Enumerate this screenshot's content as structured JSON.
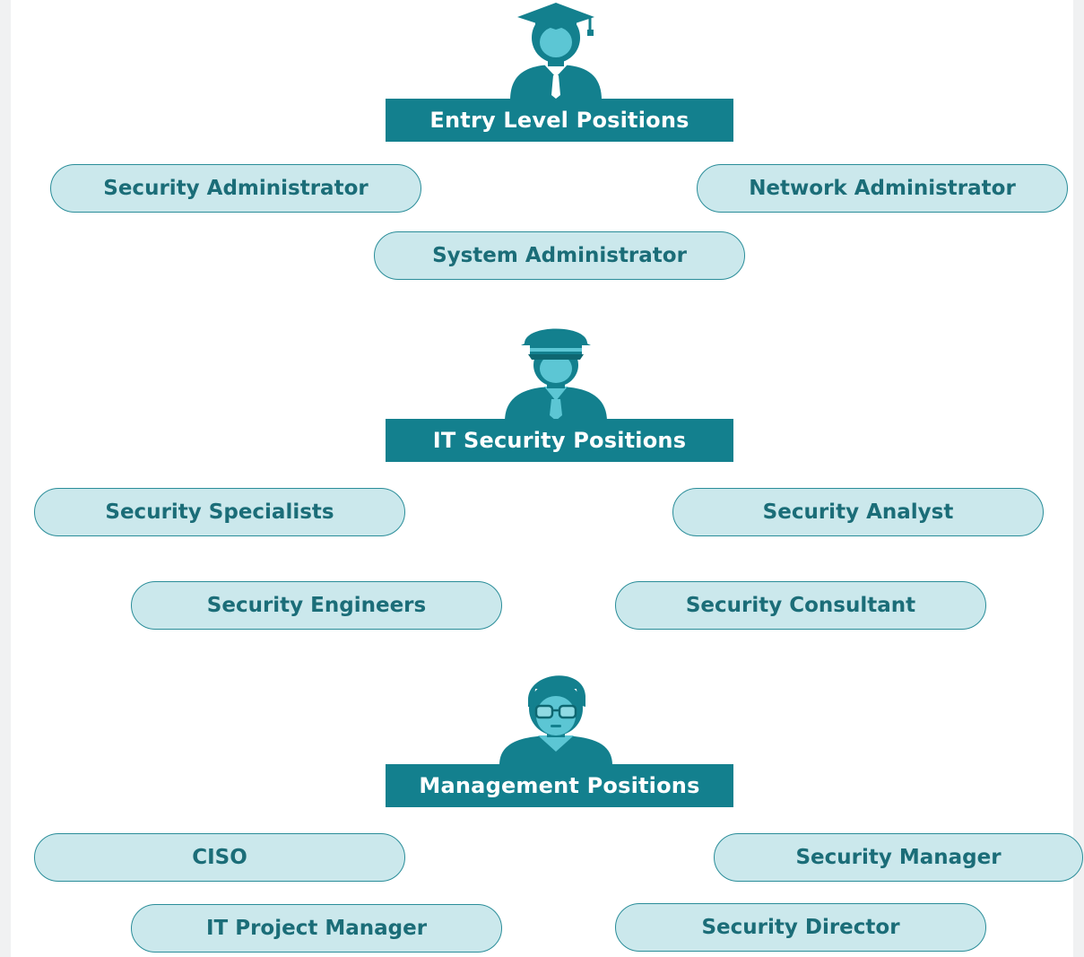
{
  "colors": {
    "header_bg": "#13808e",
    "header_text": "#ffffff",
    "pill_bg": "#cbe8ec",
    "pill_border": "#2a8d99",
    "pill_text": "#1b6d78",
    "figure_dark": "#13808e",
    "figure_light": "#5cc6d4"
  },
  "sections": [
    {
      "title": "Entry Level Positions",
      "icon": "graduate-icon",
      "roles": [
        "Security Administrator",
        "Network Administrator",
        "System Administrator"
      ]
    },
    {
      "title": "IT Security Positions",
      "icon": "security-officer-icon",
      "roles": [
        "Security Specialists",
        "Security Analyst",
        "Security Engineers",
        "Security Consultant"
      ]
    },
    {
      "title": "Management Positions",
      "icon": "manager-icon",
      "roles": [
        "CISO",
        "Security Manager",
        "IT Project Manager",
        "Security Director"
      ]
    }
  ]
}
